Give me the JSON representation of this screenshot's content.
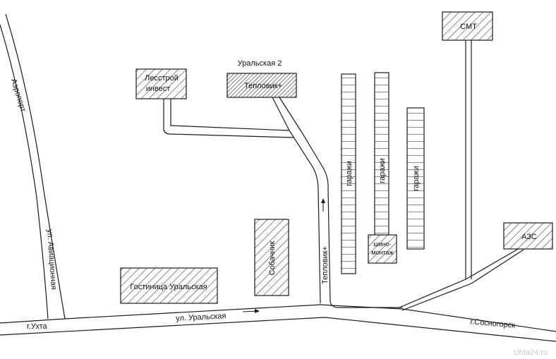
{
  "colors": {
    "line": "#1a1a1a",
    "background": "#ffffff",
    "watermark": "#c8c8c8"
  },
  "labels": {
    "uralskaya2": "Уральская 2",
    "lesstroy_line1": "Лесстрой",
    "lesstroy_line2": "инвест",
    "teplovik_building": "Тепловик+",
    "smt": "СМТ",
    "azs": "АЗС",
    "garages_1": "гаражи",
    "garages_2": "гаражи",
    "garages_3": "гаражи",
    "tire_line1": "шино-",
    "tire_line2": "монтаж",
    "sobachnik": "Собачник",
    "hotel": "Гостиница Уральская",
    "aeroport": "Аэропорт",
    "aviatsionnaya": "ул. Авиационная",
    "uralskaya_street": "ул. Уральская",
    "ukhta": "г.Ухта",
    "sosnogorsk": "г.Сосногорск",
    "teplovik_road": "Тепловик+",
    "watermark": "Uhta24.ru"
  }
}
